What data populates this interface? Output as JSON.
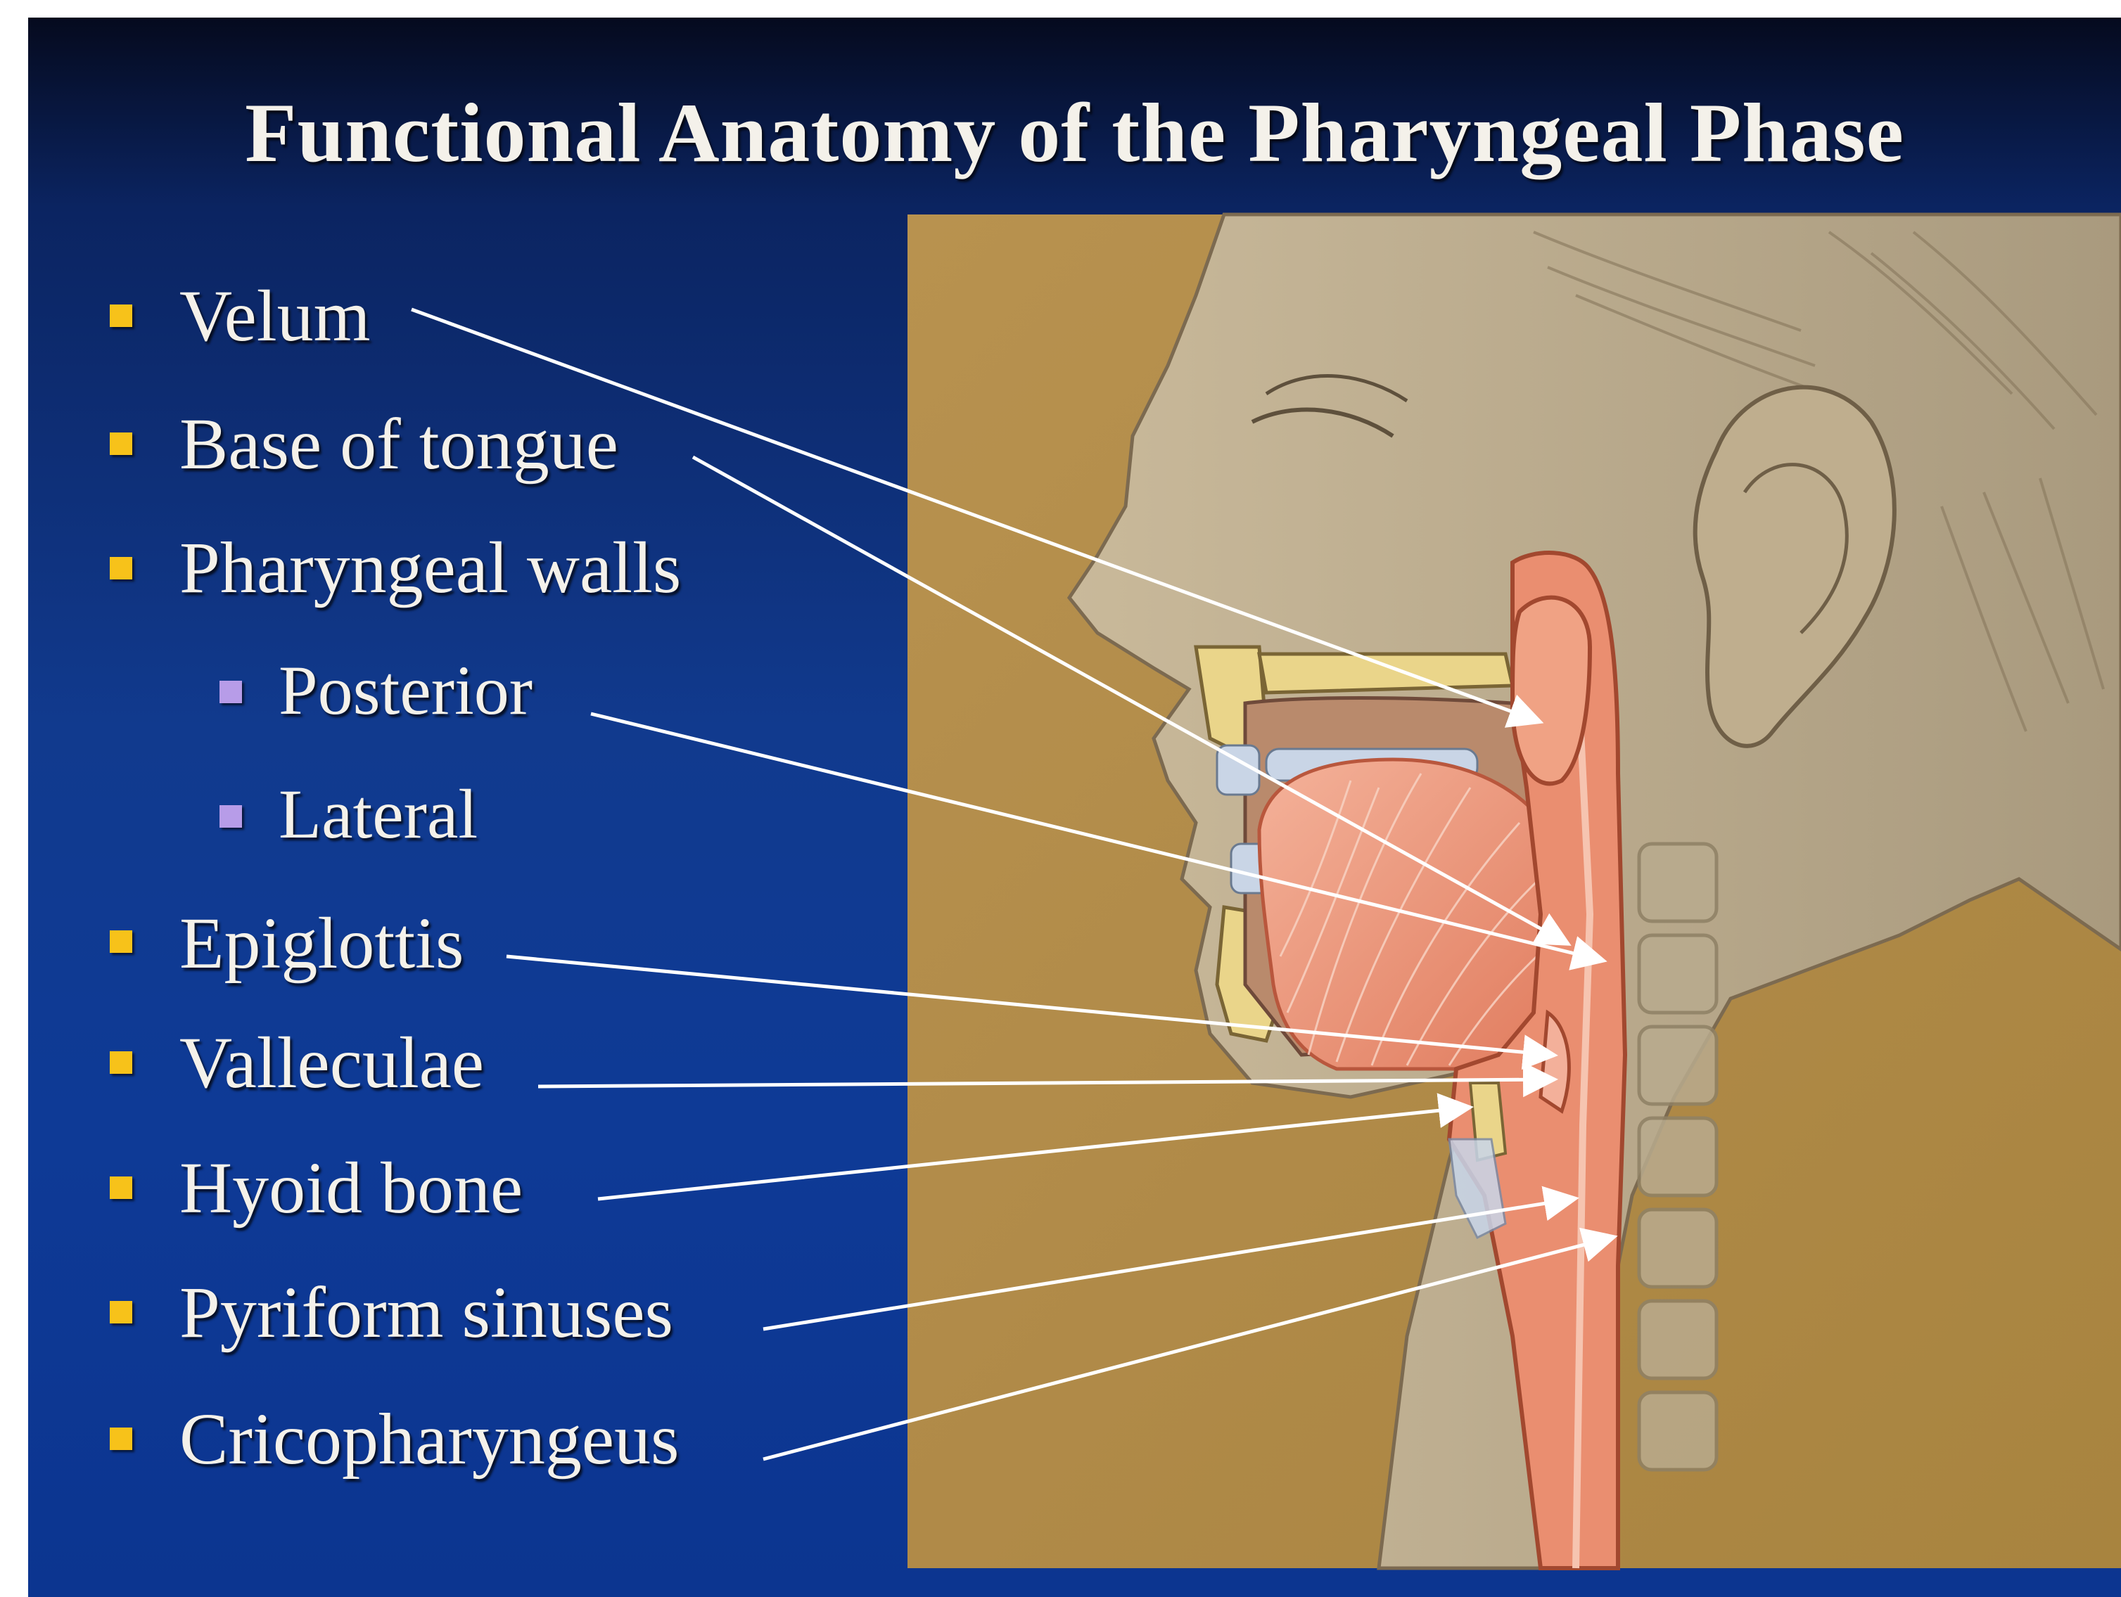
{
  "slide": {
    "title": "Functional Anatomy of the Pharyngeal Phase",
    "colors": {
      "background_top": "#050a1e",
      "background": "#113a8e",
      "bullet_primary": "#f7c21a",
      "bullet_secondary": "#b79ce8",
      "text": "#f4f1ea",
      "illustration_bg": "#b08a48",
      "tissue": "#e88a6a"
    },
    "items": [
      {
        "label": "Velum",
        "level": 1
      },
      {
        "label": "Base of tongue",
        "level": 1
      },
      {
        "label": "Pharyngeal walls",
        "level": 1
      },
      {
        "label": "Posterior",
        "level": 2
      },
      {
        "label": "Lateral",
        "level": 2
      },
      {
        "label": "Epiglottis",
        "level": 1
      },
      {
        "label": "Valleculae",
        "level": 1
      },
      {
        "label": "Hyoid bone",
        "level": 1
      },
      {
        "label": "Pyriform sinuses",
        "level": 1
      },
      {
        "label": "Cricopharyngeus",
        "level": 1
      }
    ],
    "illustration": {
      "subject": "sagittal-head-neck-swallowing-anatomy"
    }
  }
}
